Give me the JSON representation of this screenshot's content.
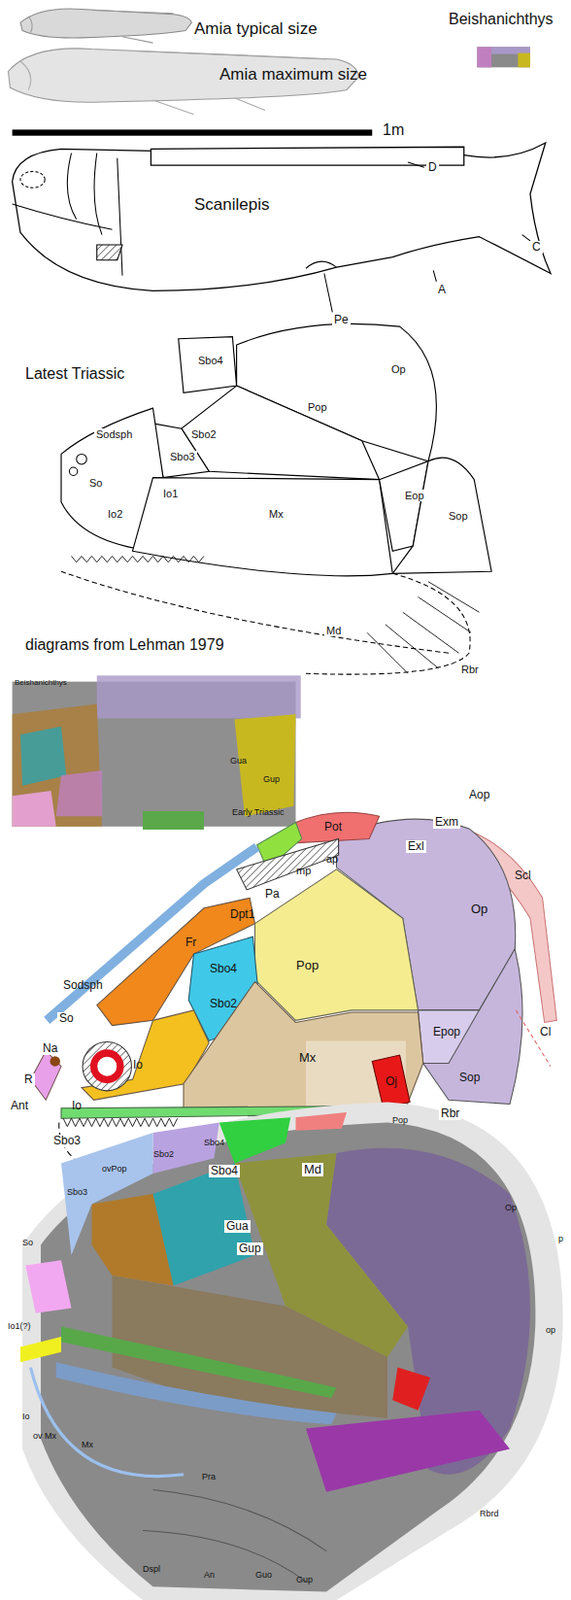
{
  "diagram": {
    "labels": [
      "Amia typical size",
      "Amia maximum size",
      "Beishanichthys",
      "1m",
      "Scanilepis",
      "D",
      "C",
      "A",
      "Pe",
      "Latest Triassic",
      "Sbo4",
      "Op",
      "Pop",
      "Sbo2",
      "Sodsph",
      "So",
      "Sbo3",
      "Io1",
      "Io2",
      "Mx",
      "Eop",
      "Sop",
      "Md",
      "Rbr",
      "diagrams from Lehman 1979",
      "Beishanichthys",
      "Early Triassic",
      "Gua",
      "Gup",
      "Aop",
      "Exm",
      "Exl",
      "Pot",
      "ap",
      "mp",
      "Pa",
      "Dpt1",
      "Fr",
      "Scl",
      "Op",
      "Sodsph",
      "So",
      "Sbo4",
      "Sbo2",
      "Pop",
      "Na",
      "R",
      "Ant",
      "Io",
      "Io",
      "Epop",
      "Mx",
      "Oj",
      "Sop",
      "Cl",
      "Rbr",
      "Sbo3",
      "Sbo4",
      "Md",
      "Gua",
      "Gup",
      "Sbo4",
      "Sbo2",
      "ovPop",
      "Sbo3",
      "Pop",
      "Op",
      "So",
      "Io1(?)",
      "Io",
      "ov Mx",
      "Mx",
      "Pra",
      "Rbrd",
      "Dspl",
      "An",
      "Guo",
      "Gup",
      "p",
      "op"
    ]
  }
}
